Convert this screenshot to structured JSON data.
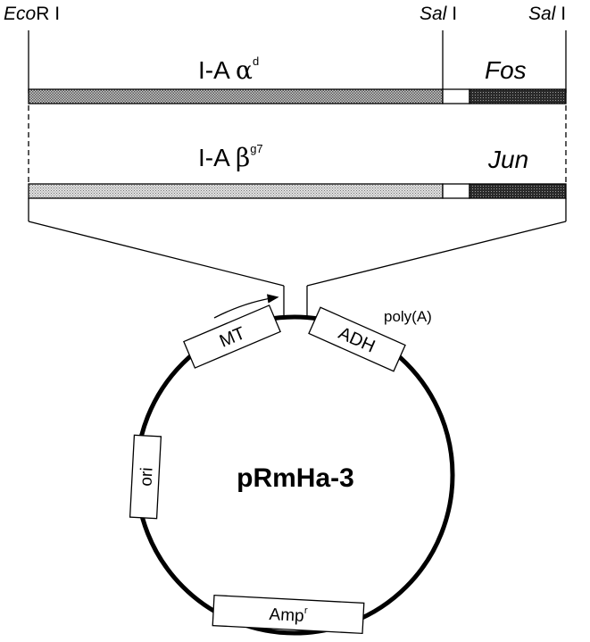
{
  "restriction_sites": {
    "ecori": {
      "italic": "Eco",
      "rest": "R I"
    },
    "sali_1": {
      "italic": "Sal",
      "rest": " I"
    },
    "sali_2": {
      "italic": "Sal",
      "rest": " I"
    }
  },
  "construct_alpha": {
    "label_prefix": "I-A ",
    "greek": "α",
    "superscript": "d",
    "fusion_label": "Fos"
  },
  "construct_beta": {
    "label_prefix": "I-A ",
    "greek": "β",
    "superscript": "g7",
    "fusion_label": "Jun"
  },
  "plasmid": {
    "name": "pRmHa-3",
    "segments": {
      "mt": "MT",
      "adh": "ADH",
      "ori": "ori",
      "amp": {
        "main": "Amp",
        "sup": "r"
      }
    },
    "polya": "poly(A)"
  },
  "colors": {
    "line": "#000000",
    "alpha_fill": "#a8a8a8",
    "beta_fill": "#c8c8c8",
    "linker_fill": "#ffffff",
    "fusion_fill": "#3a3a3a"
  }
}
